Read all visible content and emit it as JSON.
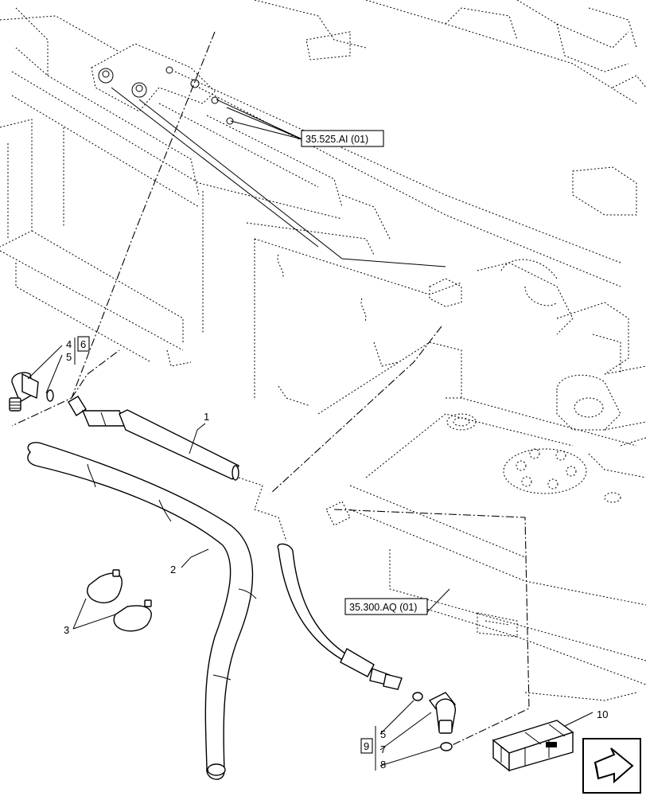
{
  "callouts": {
    "c1": "1",
    "c2": "2",
    "c3": "3",
    "c4": "4",
    "c5a": "5",
    "c6": "6",
    "c5b": "5",
    "c7": "7",
    "c8": "8",
    "c9": "9",
    "c10": "10"
  },
  "references": {
    "ref_top": "35.525.AI (01)",
    "ref_mid": "35.300.AQ (01)"
  },
  "nav_icon": "next-page-arrow-icon"
}
